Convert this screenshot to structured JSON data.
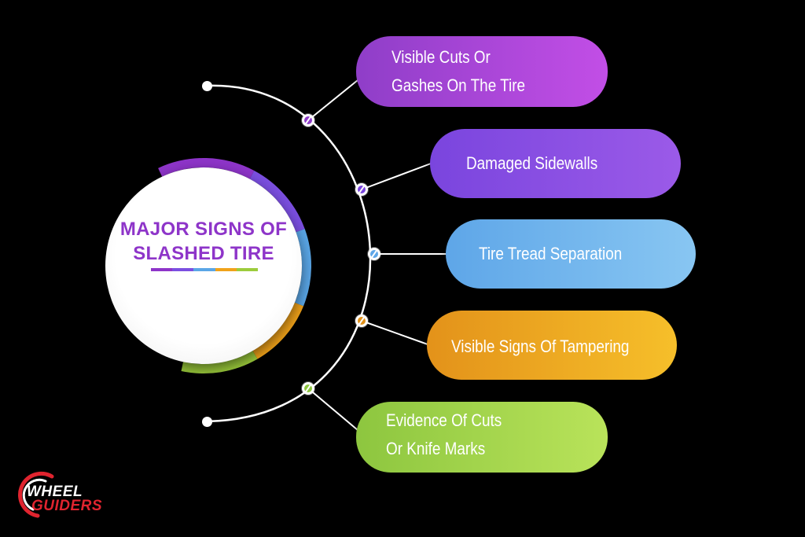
{
  "hub": {
    "title_line1": "MAJOR SIGNS OF",
    "title_line2": "SLASHED TIRE",
    "underline_colors": [
      "#8e35c9",
      "#7b4fe0",
      "#5aa6e6",
      "#f0a21a",
      "#9ccc3c"
    ]
  },
  "items": [
    {
      "line1": "Visible Cuts Or",
      "line2": "Gashes On The Tire",
      "color_from": "#8f3ec8",
      "color_to": "#c24ee6"
    },
    {
      "line1": "Damaged Sidewalls",
      "line2": "",
      "color_from": "#7a45de",
      "color_to": "#9b5ae8"
    },
    {
      "line1": "Tire Tread Separation",
      "line2": "",
      "color_from": "#5ea6e8",
      "color_to": "#88c6f2"
    },
    {
      "line1": "Visible Signs Of Tampering",
      "line2": "",
      "color_from": "#e3921a",
      "color_to": "#f6bf2a"
    },
    {
      "line1": "Evidence Of Cuts",
      "line2": "Or Knife Marks",
      "color_from": "#8dc63f",
      "color_to": "#b9e35a"
    }
  ],
  "logo": {
    "line1": "WHEEL",
    "line2": "GUIDERS",
    "accent": "#e0242f"
  }
}
